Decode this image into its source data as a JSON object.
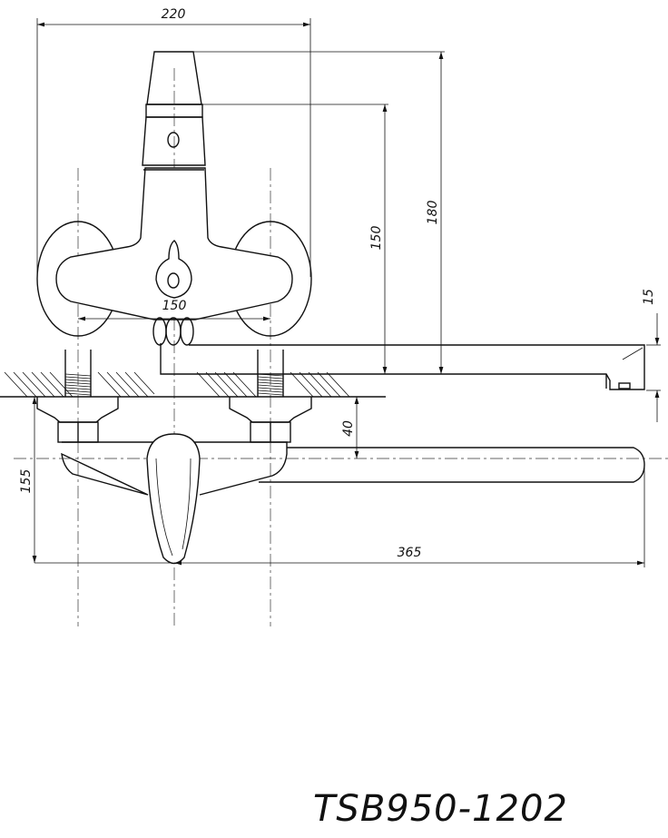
{
  "dimensions": {
    "top_width": "220",
    "top_height_150": "150",
    "top_height_180": "180",
    "spout_drop": "15",
    "inlet_spacing": "150",
    "wall_offset": "40",
    "side_height": "155",
    "spout_length": "365"
  },
  "model": "TSB950-1202",
  "colors": {
    "line": "#111111",
    "background": "#ffffff"
  }
}
